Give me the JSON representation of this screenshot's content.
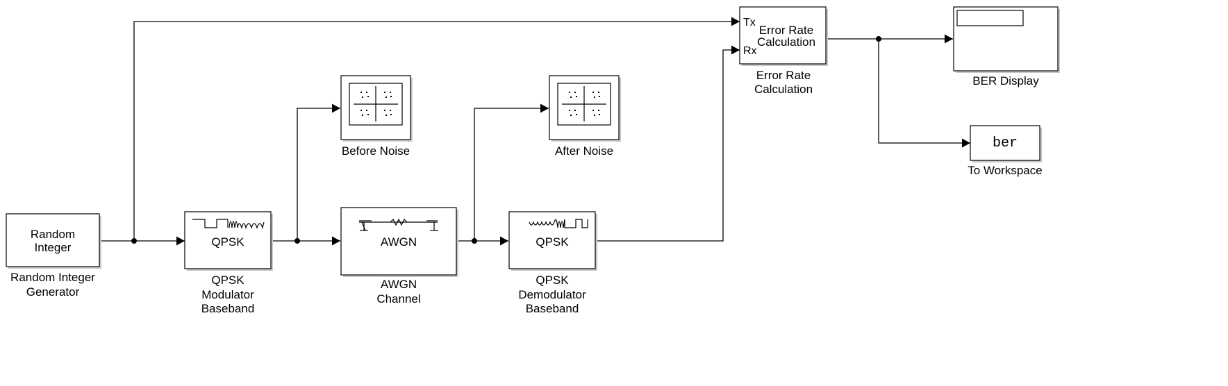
{
  "blocks": {
    "random_integer": {
      "inner": [
        "Random",
        "Integer"
      ],
      "label": [
        "Random Integer",
        "Generator"
      ]
    },
    "qpsk_mod": {
      "inner": "QPSK",
      "label": [
        "QPSK",
        "Modulator",
        "Baseband"
      ]
    },
    "awgn": {
      "inner": "AWGN",
      "label": [
        "AWGN",
        "Channel"
      ]
    },
    "qpsk_demod": {
      "inner": "QPSK",
      "label": [
        "QPSK",
        "Demodulator",
        "Baseband"
      ]
    },
    "before_noise": {
      "label": "Before Noise"
    },
    "after_noise": {
      "label": "After Noise"
    },
    "error_rate": {
      "inner": [
        "Error Rate",
        "Calculation"
      ],
      "ports": [
        "Tx",
        "Rx"
      ],
      "label": [
        "Error Rate",
        "Calculation"
      ]
    },
    "ber_display": {
      "label": "BER Display"
    },
    "to_workspace": {
      "inner": "ber",
      "label": "To Workspace"
    }
  }
}
